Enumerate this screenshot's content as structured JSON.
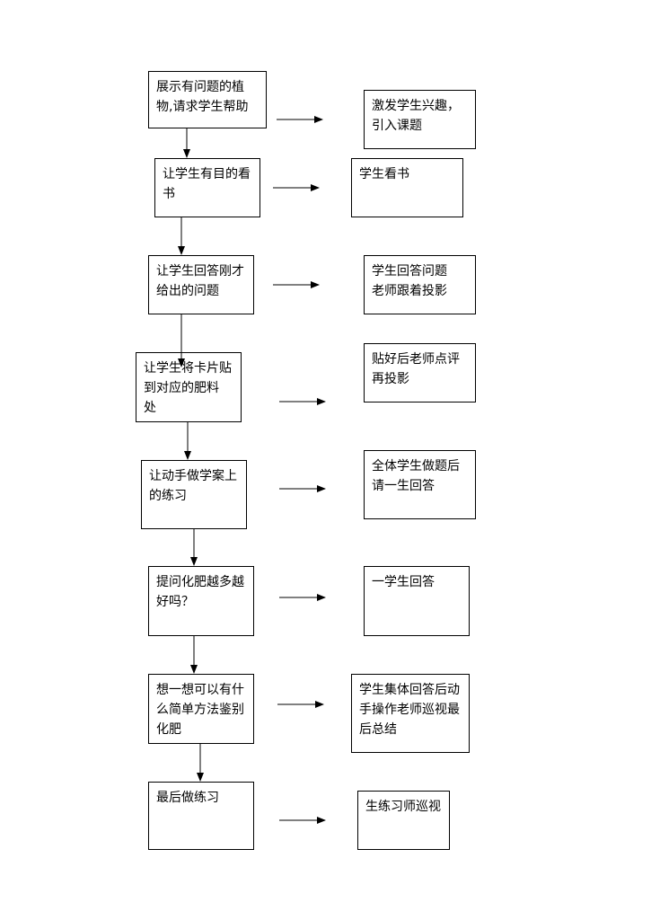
{
  "flow": {
    "steps": [
      {
        "teacher": "展示有问题的植物,请求学生帮助",
        "student": "激发学生兴趣，引入课题"
      },
      {
        "teacher": "让学生有目的看书",
        "student": "学生看书"
      },
      {
        "teacher": "让学生回答刚才给出的问题",
        "student": "学生回答问题\n老师跟着投影"
      },
      {
        "teacher": "让学生将卡片贴到对应的肥料　　　处",
        "student": "贴好后老师点评再投影"
      },
      {
        "teacher": "让动手做学案上的练习",
        "student": "全体学生做题后请一生回答"
      },
      {
        "teacher": "提问化肥越多越好吗？",
        "student": "一学生回答"
      },
      {
        "teacher": "想一想可以有什么简单方法鉴别化肥",
        "student": "学生集体回答后动手操作老师巡视最后总结"
      },
      {
        "teacher": "最后做练习",
        "student": "生练习师巡视"
      }
    ]
  },
  "colors": {
    "line": "#000000",
    "background": "#ffffff"
  }
}
